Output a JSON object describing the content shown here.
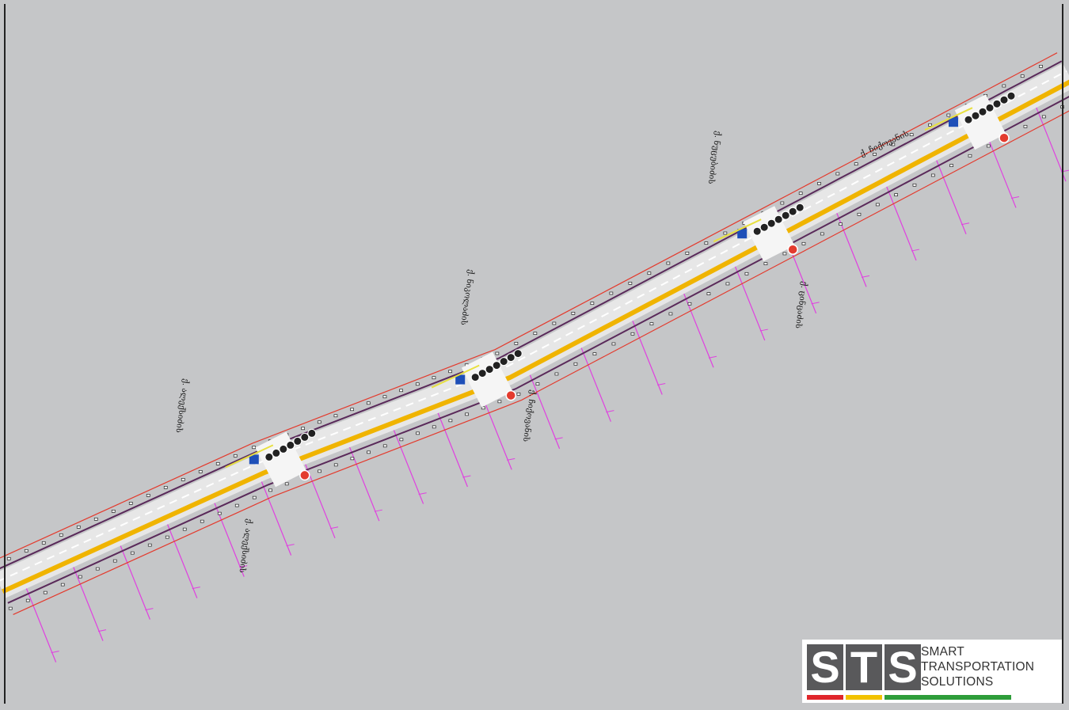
{
  "street_labels": [
    {
      "text": "ქ. ალექსიძის"
    },
    {
      "text": "ქ. ალექსიძის"
    },
    {
      "text": "ქ. ნიკოლაძის"
    },
    {
      "text": "ქ. ჩიქოვანის"
    },
    {
      "text": "ქ. ნუცუბიძის"
    },
    {
      "text": "ქ. ცინცაძის"
    },
    {
      "text": "ქ. ჩიქოვანის"
    }
  ],
  "logo": {
    "letters": [
      "S",
      "T",
      "S"
    ],
    "line1": "SMART",
    "line2": "TRANSPORTATION",
    "line3": "SOLUTIONS",
    "bar_colors": [
      "#e0262b",
      "#f2c200",
      "#2e9d3a"
    ]
  },
  "colors": {
    "background": "#c5c6c8",
    "curb": "#e33b2e",
    "sidewalk_edge": "#5a2a5a",
    "center_median": "#f0b400",
    "lane_marking": "#ffffff",
    "station_lines": "#e040e0",
    "sign_blue": "#1e4fb8"
  }
}
